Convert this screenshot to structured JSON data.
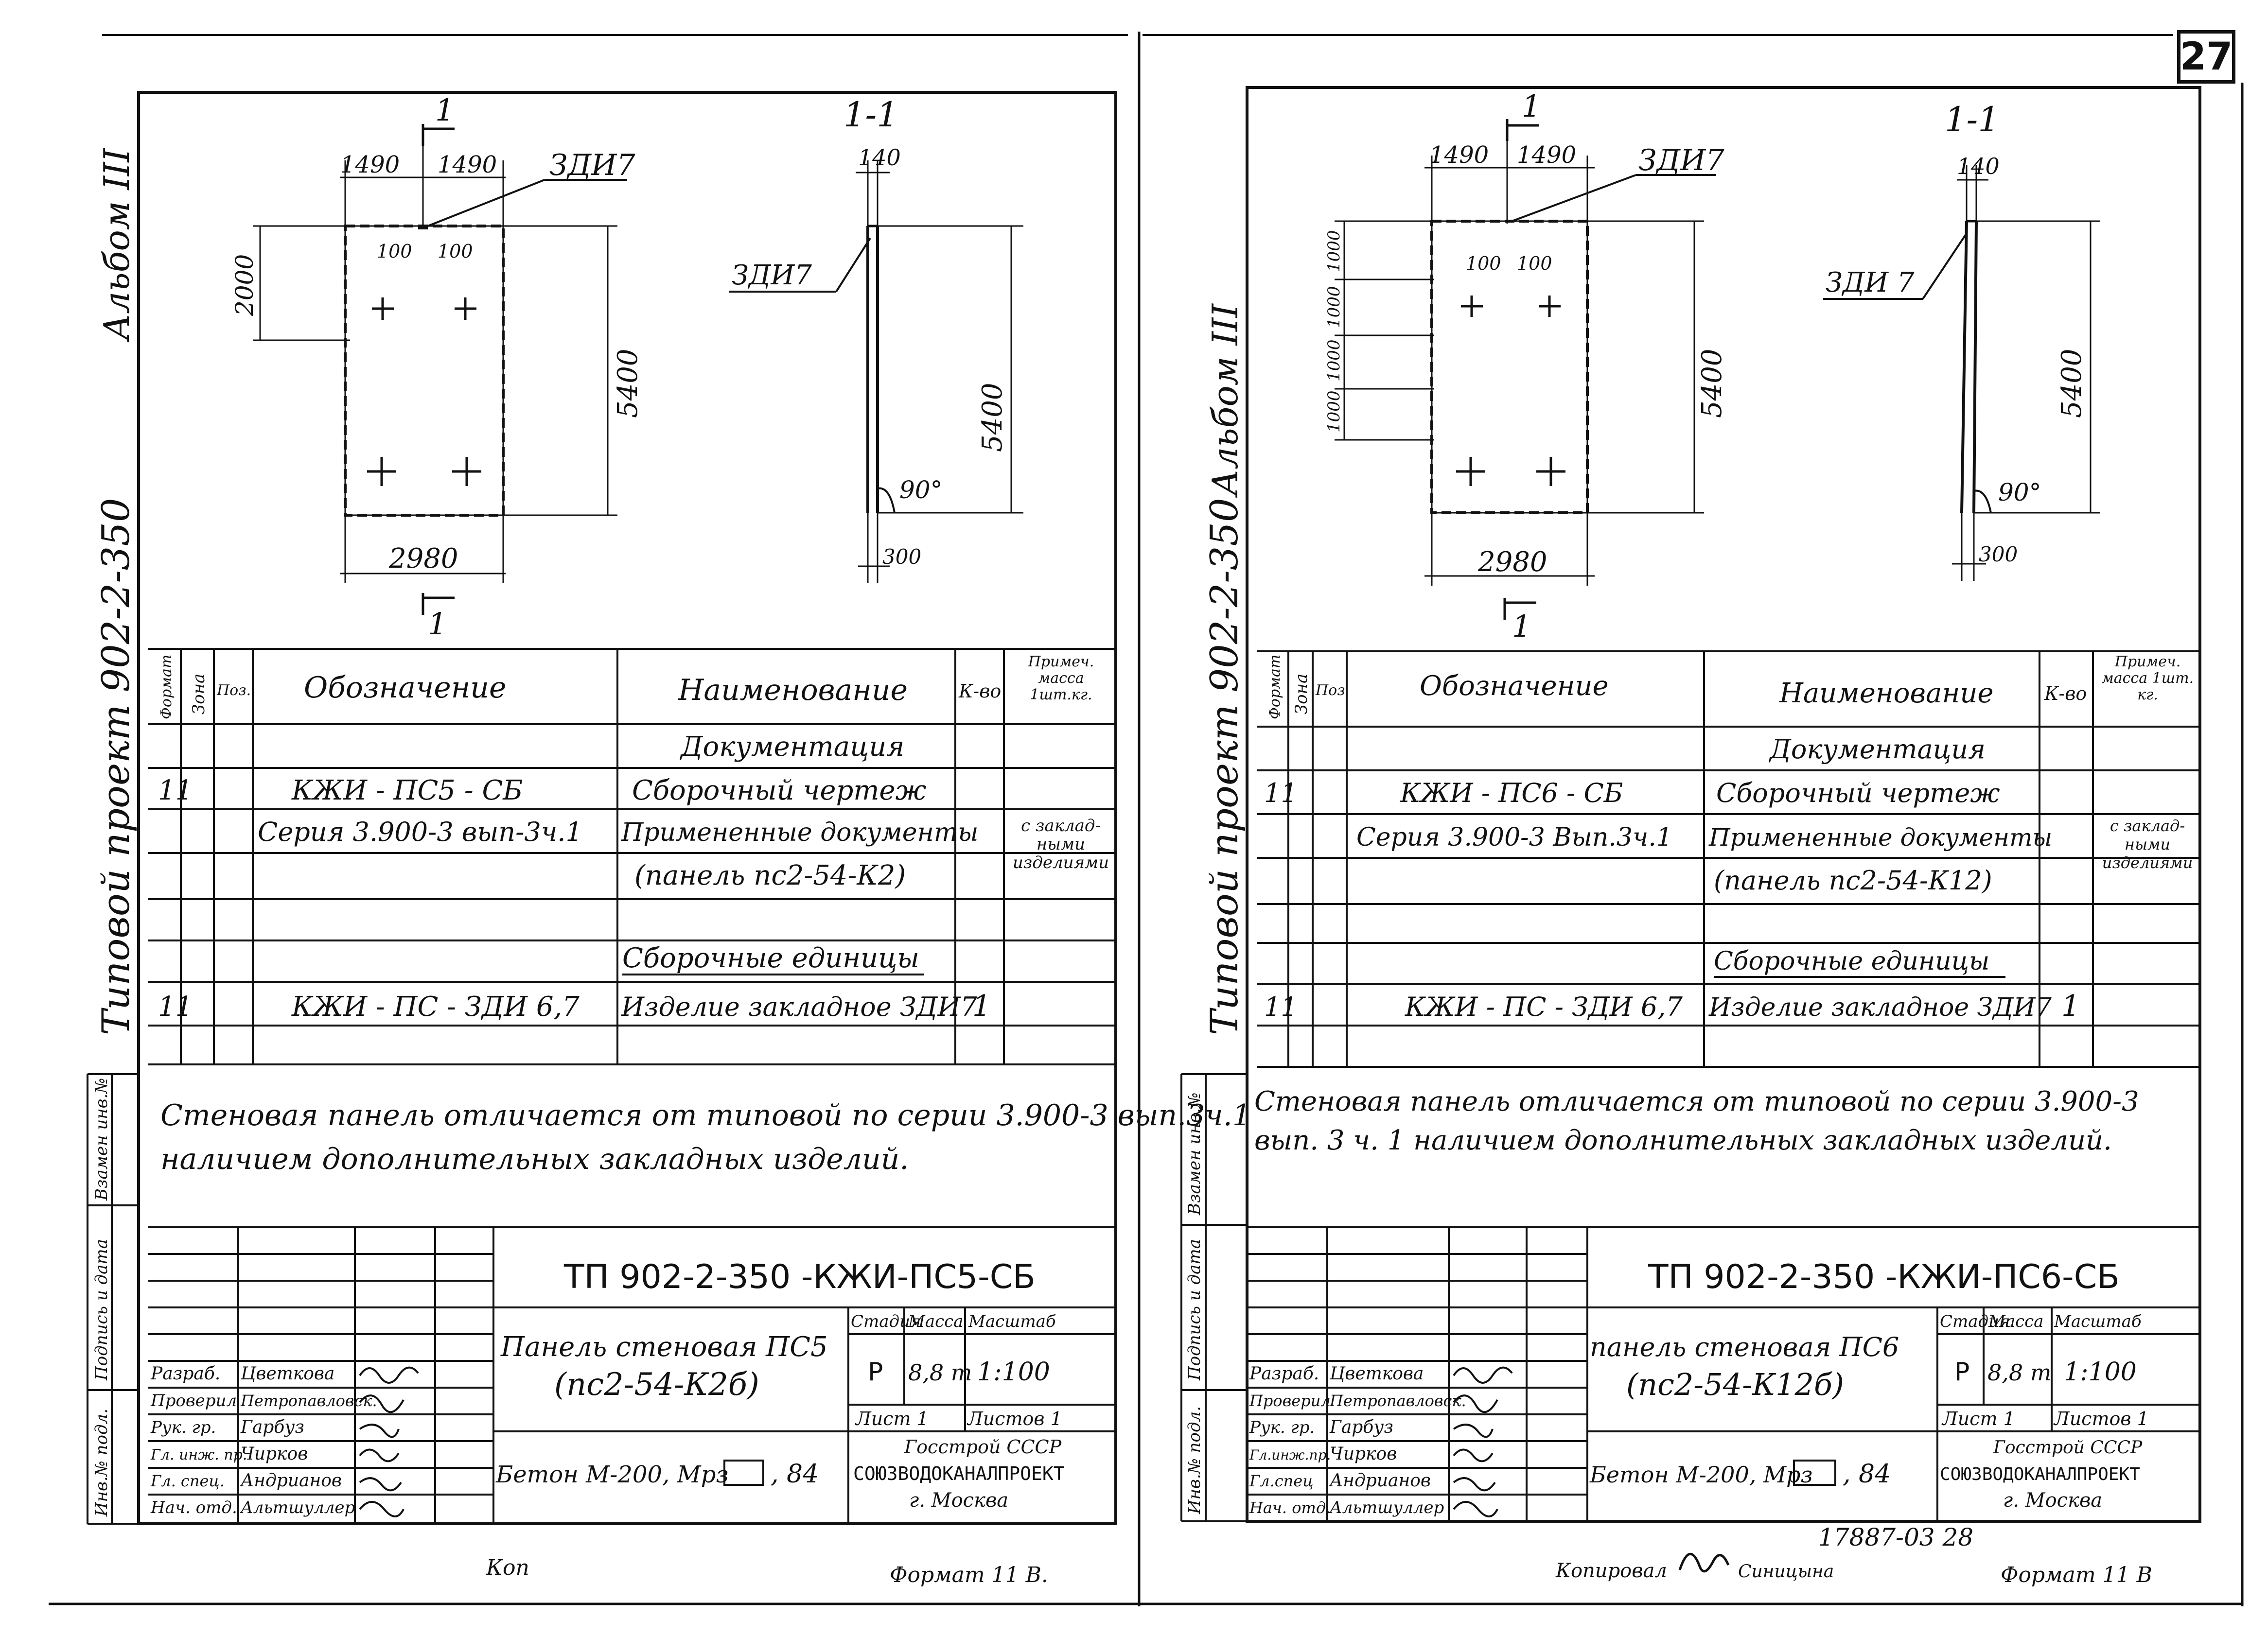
{
  "page_number": "27",
  "sheets": [
    {
      "album": "Альбом III",
      "project": "Типовой проект 902-2-350",
      "section_title": "1-1",
      "cut_mark": "1",
      "dims": {
        "top_left": "1490",
        "top_right": "1490",
        "small_left": "100",
        "small_right": "100",
        "height_upper": "2000",
        "height_total": "5400",
        "width_total": "2980",
        "section_thickness": "140",
        "section_height": "5400",
        "angle": "90°",
        "bottom": "300"
      },
      "side_edge_labels": [],
      "embed_label": "ЗДИ7",
      "embed_label_section": "ЗДИ7",
      "spec_headers": {
        "format": "Формат",
        "zone": "Зона",
        "pos": "Поз.",
        "designation": "Обозначение",
        "name": "Наименование",
        "qty": "К-во",
        "note": "Примеч. масса 1шт.кг."
      },
      "spec_rows": [
        {
          "format": "",
          "designation": "",
          "name": "Документация",
          "qty": "",
          "note": ""
        },
        {
          "format": "11",
          "designation": "КЖИ - ПС5 - СБ",
          "name": "Сборочный чертеж",
          "qty": "",
          "note": ""
        },
        {
          "format": "",
          "designation": "Серия 3.900-3 вып-3ч.1",
          "name": "Примененные документы",
          "qty": "",
          "note": "с заклад- ными изделиями"
        },
        {
          "format": "",
          "designation": "",
          "name": "(панель пс2-54-К2)",
          "qty": "",
          "note": ""
        },
        {
          "format": "",
          "designation": "",
          "name": "",
          "qty": "",
          "note": ""
        },
        {
          "format": "",
          "designation": "",
          "name": "Сборочные единицы",
          "qty": "",
          "note": ""
        },
        {
          "format": "11",
          "designation": "КЖИ - ПС - ЗДИ 6,7",
          "name": "Изделие закладное ЗДИ7",
          "qty": "1",
          "note": ""
        },
        {
          "format": "",
          "designation": "",
          "name": "",
          "qty": "",
          "note": ""
        }
      ],
      "side_stamp": [
        "Инв.№ подл.",
        "Подпись и дата",
        "Взамен инв.№"
      ],
      "note_text": [
        "Стеновая панель отличается от типовой по серии 3.900-3 вып.3ч.1",
        "наличием дополнительных закладных изделий."
      ],
      "doc_code": "ТП 902-2-350 -КЖИ-ПС5-СБ",
      "title_name": "Панель стеновая ПС5",
      "title_mark": "(пс2-54-К2б)",
      "stage_header": "Стадия",
      "mass_header": "Масса",
      "scale_header": "Масштаб",
      "stage": "Р",
      "mass": "8,8 т",
      "scale": "1:100",
      "sheet": "Лист 1",
      "sheets_total": "Листов 1",
      "material": "Бетон М-200, Мрз",
      "material_tail": ", 84",
      "org1": "Госстрой СССР",
      "org2": "СОЮЗВОДОКАНАЛПРОЕКТ",
      "org3": "г. Москва",
      "staff": [
        {
          "role": "Разраб.",
          "name": "Цветкова"
        },
        {
          "role": "Проверил",
          "name": "Петропавловск."
        },
        {
          "role": "Рук. гр.",
          "name": "Гарбуз"
        },
        {
          "role": "Гл. инж. пр.",
          "name": "Чирков"
        },
        {
          "role": "Гл. спец.",
          "name": "Андрианов"
        },
        {
          "role": "Нач. отд.",
          "name": "Альтшуллер"
        }
      ],
      "footer_left": "Коп",
      "footer_right": "Формат 11 В."
    },
    {
      "album": "Альбом III",
      "project": "Типовой проект 902-2-350",
      "section_title": "1-1",
      "cut_mark": "1",
      "dims": {
        "top_left": "1490",
        "top_right": "1490",
        "small_left": "100",
        "small_right": "100",
        "height_upper": "",
        "height_total": "5400",
        "width_total": "2980",
        "section_thickness": "140",
        "section_height": "5400",
        "angle": "90°",
        "bottom": "300"
      },
      "side_edge_labels": [
        "1000",
        "1000",
        "1000",
        "1000"
      ],
      "embed_label": "ЗДИ7",
      "embed_label_section": "ЗДИ 7",
      "spec_headers": {
        "format": "Формат",
        "zone": "Зона",
        "pos": "Поз",
        "designation": "Обозначение",
        "name": "Наименование",
        "qty": "К-во",
        "note": "Примеч. масса 1шт. кг."
      },
      "spec_rows": [
        {
          "format": "",
          "designation": "",
          "name": "Документация",
          "qty": "",
          "note": ""
        },
        {
          "format": "11",
          "designation": "КЖИ - ПС6 - СБ",
          "name": "Сборочный чертеж",
          "qty": "",
          "note": ""
        },
        {
          "format": "",
          "designation": "Серия 3.900-3 Вып.3ч.1",
          "name": "Примененные документы",
          "qty": "",
          "note": "с заклад- ными изделиями"
        },
        {
          "format": "",
          "designation": "",
          "name": "(панель пс2-54-К12)",
          "qty": "",
          "note": ""
        },
        {
          "format": "",
          "designation": "",
          "name": "",
          "qty": "",
          "note": ""
        },
        {
          "format": "",
          "designation": "",
          "name": "Сборочные единицы",
          "qty": "",
          "note": ""
        },
        {
          "format": "11",
          "designation": "КЖИ - ПС - ЗДИ 6,7",
          "name": "Изделие закладное ЗДИ7",
          "qty": "1",
          "note": ""
        },
        {
          "format": "",
          "designation": "",
          "name": "",
          "qty": "",
          "note": ""
        }
      ],
      "side_stamp": [
        "Инв.№ подл.",
        "Подпись и дата",
        "Взамен инв.№"
      ],
      "note_text": [
        "Стеновая панель отличается от типовой по серии 3.900-3",
        "вып. 3 ч. 1 наличием дополнительных закладных изделий."
      ],
      "doc_code": "ТП 902-2-350 -КЖИ-ПС6-СБ",
      "title_name": "панель стеновая ПС6",
      "title_mark": "(пс2-54-К12б)",
      "stage_header": "Стадия",
      "mass_header": "Масса",
      "scale_header": "Масштаб",
      "stage": "Р",
      "mass": "8,8 т",
      "scale": "1:100",
      "sheet": "Лист 1",
      "sheets_total": "Листов 1",
      "material": "Бетон М-200, Мрз",
      "material_tail": ", 84",
      "org1": "Госстрой СССР",
      "org2": "СОЮЗВОДОКАНАЛПРОЕКТ",
      "org3": "г. Москва",
      "staff": [
        {
          "role": "Разраб.",
          "name": "Цветкова"
        },
        {
          "role": "Проверил",
          "name": "Петропавловск."
        },
        {
          "role": "Рук. гр.",
          "name": "Гарбуз"
        },
        {
          "role": "Гл.инж.пр.",
          "name": "Чирков"
        },
        {
          "role": "Гл.спец",
          "name": "Андрианов"
        },
        {
          "role": "Нач. отд.",
          "name": "Альтшуллер"
        }
      ],
      "footer_left": "Копировал",
      "copy_name": "Синицына",
      "footer_right": "Формат 11 В",
      "archive_number": "17887-03 28"
    }
  ]
}
